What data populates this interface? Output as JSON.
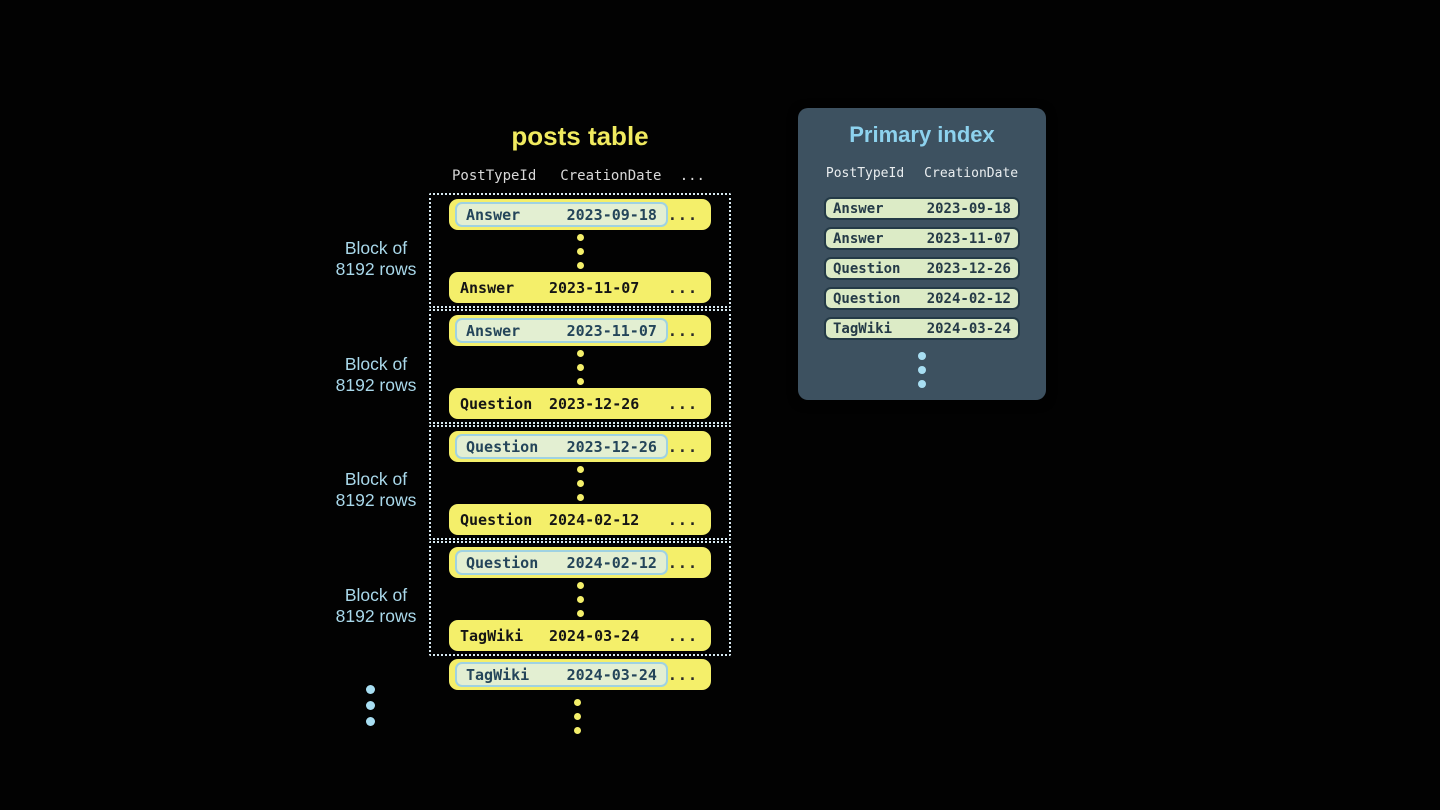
{
  "posts_table": {
    "title": "posts table",
    "headers": {
      "col1": "PostTypeId",
      "col2": "CreationDate",
      "col3": "..."
    },
    "block_label": {
      "line1": "Block of",
      "line2": "8192 rows"
    },
    "row_ellipsis": "...",
    "blocks": [
      {
        "first": {
          "type": "Answer",
          "date": "2023-09-18"
        },
        "last": {
          "type": "Answer",
          "date": "2023-11-07"
        }
      },
      {
        "first": {
          "type": "Answer",
          "date": "2023-11-07"
        },
        "last": {
          "type": "Question",
          "date": "2023-12-26"
        }
      },
      {
        "first": {
          "type": "Question",
          "date": "2023-12-26"
        },
        "last": {
          "type": "Question",
          "date": "2024-02-12"
        }
      },
      {
        "first": {
          "type": "Question",
          "date": "2024-02-12"
        },
        "last": {
          "type": "TagWiki",
          "date": "2024-03-24"
        }
      }
    ],
    "trailing_row": {
      "type": "TagWiki",
      "date": "2024-03-24"
    }
  },
  "primary_index": {
    "title": "Primary index",
    "headers": {
      "col1": "PostTypeId",
      "col2": "CreationDate"
    },
    "rows": [
      {
        "type": "Answer",
        "date": "2023-09-18"
      },
      {
        "type": "Answer",
        "date": "2023-11-07"
      },
      {
        "type": "Question",
        "date": "2023-12-26"
      },
      {
        "type": "Question",
        "date": "2024-02-12"
      },
      {
        "type": "TagWiki",
        "date": "2024-03-24"
      }
    ]
  },
  "colors": {
    "background": "#020202",
    "row_yellow": "#f4ef6a",
    "title_yellow": "#f0ea5f",
    "highlight_fill": "#e3efd2",
    "highlight_border": "#9fd2e2",
    "highlight_text": "#24455a",
    "row_text": "#151515",
    "block_border": "#d8eaf1",
    "block_label_blue": "#a9d8ea",
    "header_gray": "#d9d9d9",
    "panel_bg": "#3d5160",
    "panel_title_blue": "#8dd2ee",
    "panel_header_text": "#eaeef0",
    "index_row_fill": "#dcebc6",
    "index_row_border": "#243a47",
    "index_row_text": "#243a47",
    "dot_blue": "#a8def2",
    "dot_yellow": "#f4ef6a"
  }
}
